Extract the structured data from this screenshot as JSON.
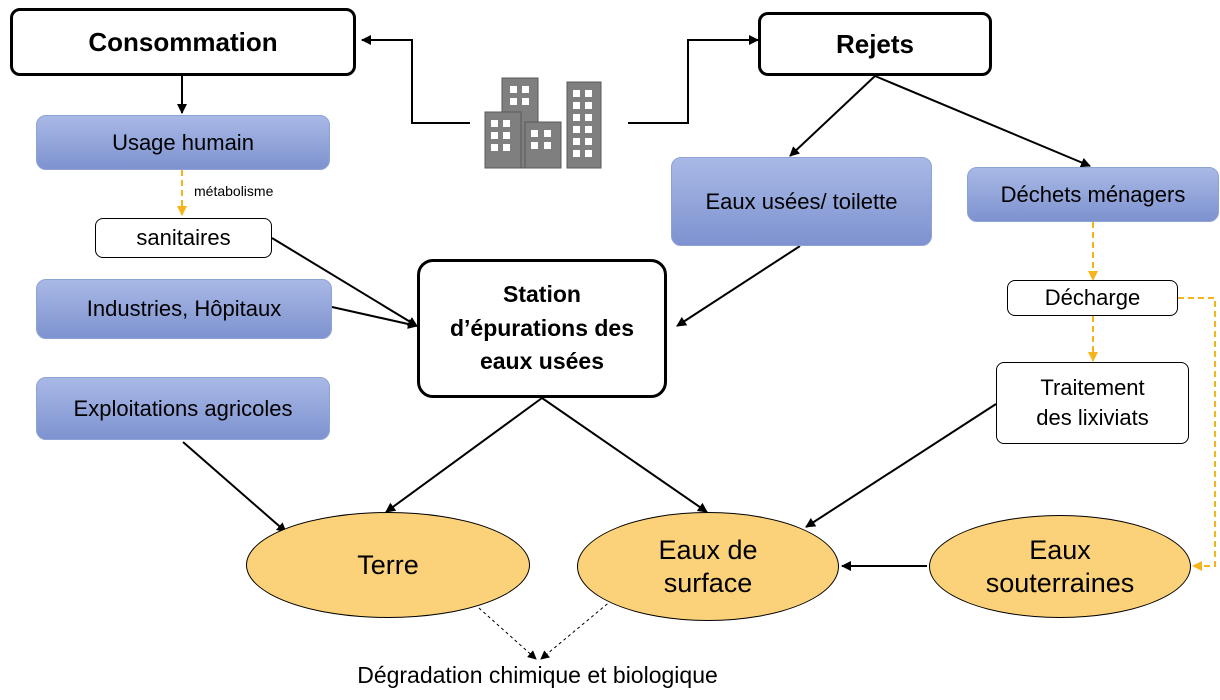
{
  "nodes": {
    "consommation": "Consommation",
    "rejets": "Rejets",
    "usage_humain": "Usage humain",
    "metabolisme": "métabolisme",
    "sanitaires": "sanitaires",
    "industries": "Industries, Hôpitaux",
    "exploitations": "Exploitations agricoles",
    "station": "Station\nd’épurations des\neaux usées",
    "eaux_usees": "Eaux usées/ toilette",
    "dechets": "Déchets ménagers",
    "decharge": "Décharge",
    "traitement": "Traitement\ndes lixiviats",
    "terre": "Terre",
    "eaux_surface": "Eaux de\nsurface",
    "eaux_souterraines": "Eaux\nsouterraines",
    "degradation": "Dégradation chimique et biologique"
  },
  "colors": {
    "blue_box": "#8fa2d6",
    "ellipse_fill": "#fbd27a",
    "dashed_arrow": "#f5b41a",
    "building": "#7f7f7f"
  },
  "icons": [
    "buildings-icon"
  ]
}
